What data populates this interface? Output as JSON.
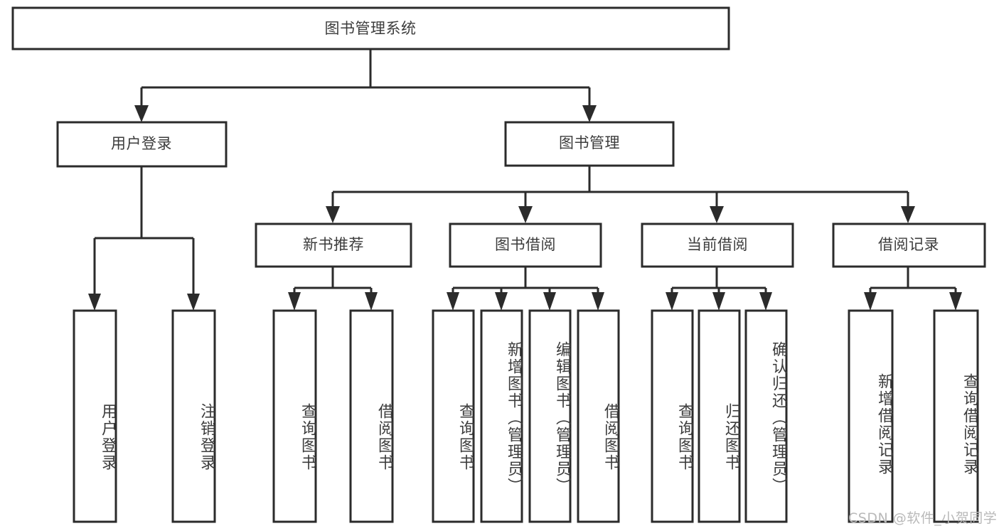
{
  "diagram": {
    "type": "tree-hierarchy",
    "title_node": {
      "label": "图书管理系统"
    },
    "level1": [
      {
        "label": "用户登录"
      },
      {
        "label": "图书管理"
      }
    ],
    "level2": [
      {
        "label": "新书推荐"
      },
      {
        "label": "图书借阅"
      },
      {
        "label": "当前借阅"
      },
      {
        "label": "借阅记录"
      }
    ],
    "leaves": {
      "user_login": [
        {
          "label": "用户登录"
        },
        {
          "label": "注销登录"
        }
      ],
      "new_book_recommend": [
        {
          "label": "查询图书"
        },
        {
          "label": "借阅图书"
        }
      ],
      "book_borrow": [
        {
          "label": "查询图书"
        },
        {
          "label": "新增图书（管理员）"
        },
        {
          "label": "编辑图书（管理员）"
        },
        {
          "label": "借阅图书"
        }
      ],
      "current_borrow": [
        {
          "label": "查询图书"
        },
        {
          "label": "归还图书"
        },
        {
          "label": "确认归还（管理员）"
        }
      ],
      "borrow_record": [
        {
          "label": "新增借阅记录"
        },
        {
          "label": "查询借阅记录"
        }
      ]
    },
    "watermark": {
      "text": "CSDN @软件_小贺同学"
    },
    "colors": {
      "stroke": "#2b2b2b",
      "text": "#3c3c3c",
      "background": "#ffffff",
      "watermark": "#b9b9b9"
    }
  }
}
